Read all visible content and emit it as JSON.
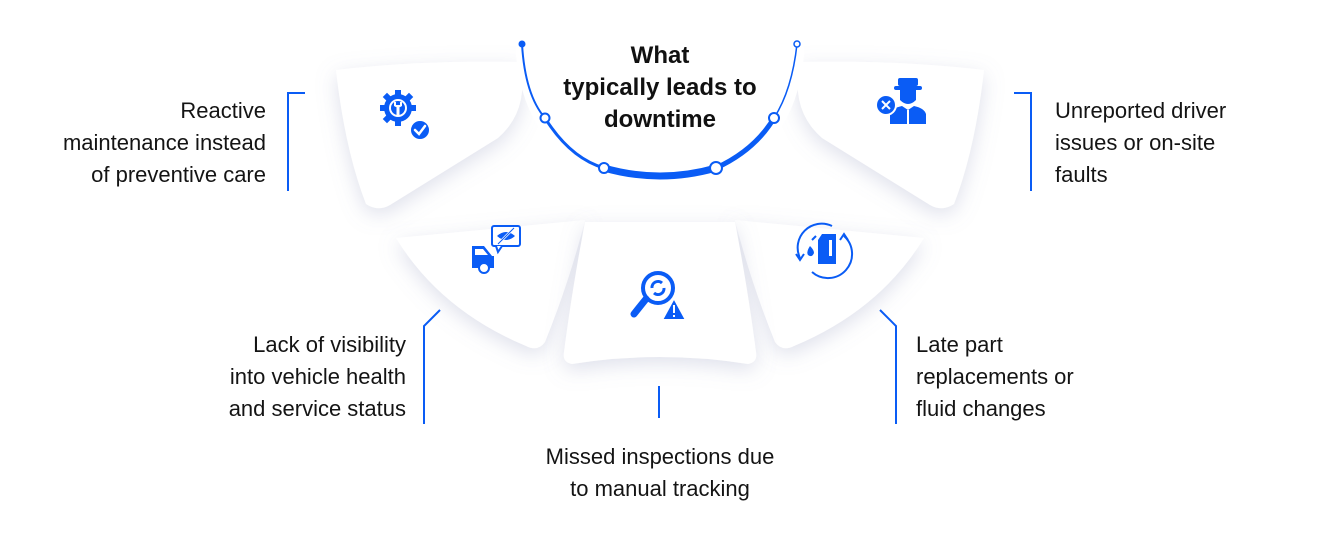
{
  "center": {
    "title": "What typically leads to downtime"
  },
  "colors": {
    "accent": "#0a5cf5",
    "text": "#141414",
    "petal_fill": "#ffffff",
    "petal_edge": "#e6e8ef"
  },
  "items": [
    {
      "id": "reactive",
      "label": "Reactive maintenance instead of preventive care",
      "icon": "gear-wrench-check-icon"
    },
    {
      "id": "driver",
      "label": "Unreported driver issues or on-site faults",
      "icon": "driver-x-icon"
    },
    {
      "id": "visibility",
      "label": "Lack of visibility into vehicle health and service status",
      "icon": "truck-eye-off-icon"
    },
    {
      "id": "inspections",
      "label": "Missed inspections due to manual tracking",
      "icon": "search-gear-warning-icon"
    },
    {
      "id": "parts",
      "label": "Late part replacements or fluid changes",
      "icon": "oil-can-cycle-icon"
    }
  ],
  "label_lines": {
    "reactive": [
      "Reactive",
      "maintenance instead",
      "of preventive care"
    ],
    "driver": [
      "Unreported driver",
      "issues or on-site",
      "faults"
    ],
    "visibility": [
      "Lack of visibility",
      "into vehicle health",
      "and service status"
    ],
    "inspections": [
      "Missed inspections due",
      "to manual tracking"
    ],
    "parts": [
      "Late part",
      "replacements or",
      "fluid changes"
    ]
  },
  "title_lines": [
    "What",
    "typically leads to",
    "downtime"
  ]
}
